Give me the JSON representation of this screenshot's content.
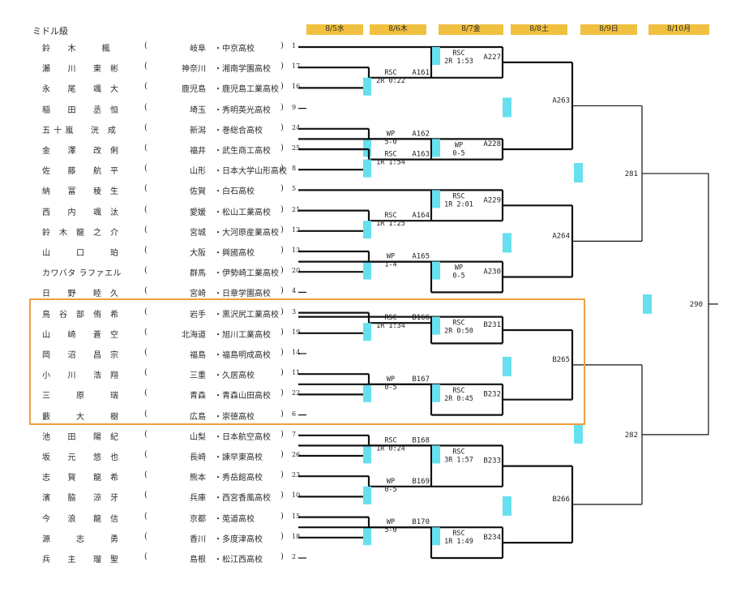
{
  "title": "ミドル級",
  "dates": [
    "8/5水",
    "8/6木",
    "8/7金",
    "8/8土",
    "8/9日",
    "8/10月"
  ],
  "entries": [
    {
      "name": "鈴　　木　　　楓",
      "pref": "岐阜",
      "school": "中京高校",
      "seed": "1"
    },
    {
      "name": "瀬　　川　　東　彬",
      "pref": "神奈川",
      "school": "湘南学園高校",
      "seed": "17"
    },
    {
      "name": "永　　尾　　颯　大",
      "pref": "鹿児島",
      "school": "鹿児島工業高校",
      "seed": "16"
    },
    {
      "name": "稲　　田　　丞　恒",
      "pref": "埼玉",
      "school": "秀明英光高校",
      "seed": "9"
    },
    {
      "name": "五 十 嵐　　洸　成",
      "pref": "新潟",
      "school": "巻総合高校",
      "seed": "24"
    },
    {
      "name": "金　　澤　　改　俐",
      "pref": "福井",
      "school": "武生商工高校",
      "seed": "25"
    },
    {
      "name": "佐　　藤　　航　平",
      "pref": "山形",
      "school": "日本大学山形高校",
      "seed": "8"
    },
    {
      "name": "納　　冨　　稜　生",
      "pref": "佐賀",
      "school": "白石高校",
      "seed": "5"
    },
    {
      "name": "西　　内　　颯　汰",
      "pref": "愛媛",
      "school": "松山工業高校",
      "seed": "21"
    },
    {
      "name": "鈴　木　龍　之　介",
      "pref": "宮城",
      "school": "大河原産業高校",
      "seed": "12"
    },
    {
      "name": "山　　　口　　　珀",
      "pref": "大阪",
      "school": "興國高校",
      "seed": "13"
    },
    {
      "name": "カワバタ ラファエル",
      "pref": "群馬",
      "school": "伊勢崎工業高校",
      "seed": "20"
    },
    {
      "name": "日　　野　　睦　久",
      "pref": "宮崎",
      "school": "日章学園高校",
      "seed": "4"
    },
    {
      "name": "鳥　谷　部　侑　希",
      "pref": "岩手",
      "school": "黒沢尻工業高校",
      "seed": "3"
    },
    {
      "name": "山　　崎　　蒼　空",
      "pref": "北海道",
      "school": "旭川工業高校",
      "seed": "19"
    },
    {
      "name": "岡　　沼　　昌　宗",
      "pref": "福島",
      "school": "福島明成高校",
      "seed": "14"
    },
    {
      "name": "小　　川　　浩　翔",
      "pref": "三重",
      "school": "久居高校",
      "seed": "11"
    },
    {
      "name": "三　　　原　　　瑞",
      "pref": "青森",
      "school": "青森山田高校",
      "seed": "22"
    },
    {
      "name": "藪　　　大　　　樹",
      "pref": "広島",
      "school": "崇徳高校",
      "seed": "6"
    },
    {
      "name": "池　　田　　陽　紀",
      "pref": "山梨",
      "school": "日本航空高校",
      "seed": "7"
    },
    {
      "name": "坂　　元　　悠　也",
      "pref": "長崎",
      "school": "諫早東高校",
      "seed": "26"
    },
    {
      "name": "志　　賀　　龍　希",
      "pref": "熊本",
      "school": "秀岳館高校",
      "seed": "23"
    },
    {
      "name": "濱　　脇　　涼　牙",
      "pref": "兵庫",
      "school": "西宮香風高校",
      "seed": "10"
    },
    {
      "name": "今　　浪　　龍　信",
      "pref": "京都",
      "school": "莵道高校",
      "seed": "15"
    },
    {
      "name": "源　　　志　　　勇",
      "pref": "香川",
      "school": "多度津高校",
      "seed": "18"
    },
    {
      "name": "兵　　主　　瑠　聖",
      "pref": "島根",
      "school": "松江西高校",
      "seed": "2"
    }
  ],
  "matches": {
    "A161": {
      "label": "A161",
      "result": [
        "RSC",
        "2R 0:22"
      ]
    },
    "A162": {
      "label": "A162",
      "result": [
        "WP",
        "5-0"
      ]
    },
    "A163": {
      "label": "A163",
      "result": [
        "RSC",
        "1R 1:54"
      ]
    },
    "A164": {
      "label": "A164",
      "result": [
        "RSC",
        "1R 1:25"
      ]
    },
    "A165": {
      "label": "A165",
      "result": [
        "WP",
        "1-4"
      ]
    },
    "A227": {
      "label": "A227",
      "result": [
        "RSC",
        "2R 1:53"
      ]
    },
    "A228": {
      "label": "A228",
      "result": [
        "WP",
        "0-5"
      ]
    },
    "A229": {
      "label": "A229",
      "result": [
        "RSC",
        "1R 2:01"
      ]
    },
    "A230": {
      "label": "A230",
      "result": [
        "WP",
        "0-5"
      ]
    },
    "A263": {
      "label": "A263"
    },
    "A264": {
      "label": "A264"
    },
    "B166": {
      "label": "B166",
      "result": [
        "RSC",
        "1R 1:34"
      ]
    },
    "B167": {
      "label": "B167",
      "result": [
        "WP",
        "0-5"
      ]
    },
    "B168": {
      "label": "B168",
      "result": [
        "RSC",
        "1R 0:24"
      ]
    },
    "B169": {
      "label": "B169",
      "result": [
        "WP",
        "0-5"
      ]
    },
    "B170": {
      "label": "B170",
      "result": [
        "WP",
        "5-0"
      ]
    },
    "B231": {
      "label": "B231",
      "result": [
        "RSC",
        "2R 0:50"
      ]
    },
    "B232": {
      "label": "B232",
      "result": [
        "RSC",
        "2R 0:45"
      ]
    },
    "B233": {
      "label": "B233",
      "result": [
        "RSC",
        "3R 1:57"
      ]
    },
    "B234": {
      "label": "B234",
      "result": [
        "RSC",
        "1R 1:49"
      ]
    },
    "B265": {
      "label": "B265"
    },
    "B266": {
      "label": "B266"
    },
    "281": {
      "label": "281"
    },
    "282": {
      "label": "282"
    },
    "290": {
      "label": "290"
    }
  },
  "colors": {
    "date_header": "#f0c040",
    "marker": "#66e0ee",
    "highlight": "#f0a040",
    "line": "#111111"
  }
}
